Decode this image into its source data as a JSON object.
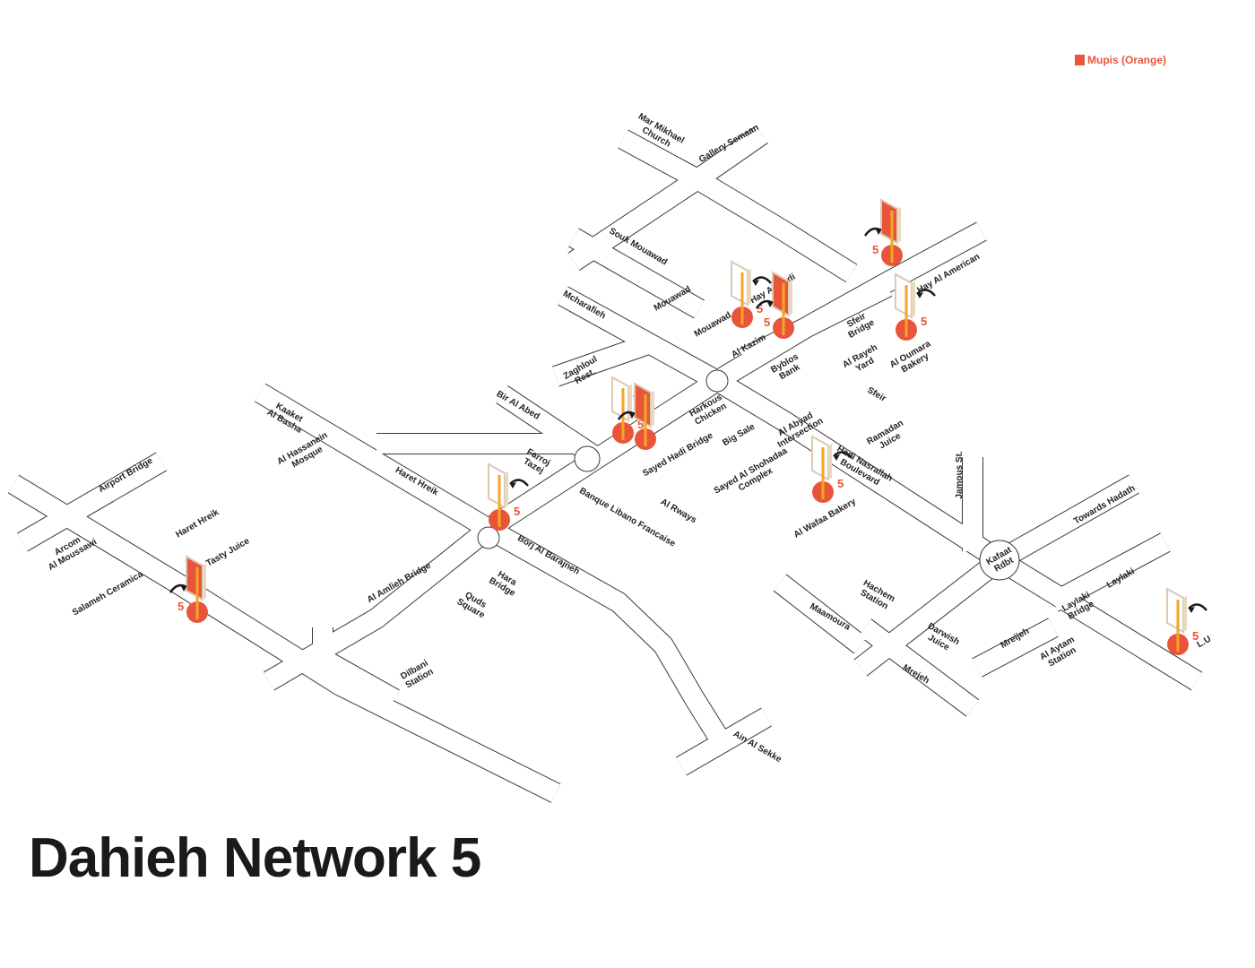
{
  "title": "Dahieh Network 5",
  "legend": {
    "label": "Mupis (Orange)",
    "color": "#e8553a"
  },
  "colors": {
    "mupi": "#e8553a",
    "pole": "#f5a623",
    "road": "#3a3a3a"
  },
  "marker_number": "5",
  "labels": [
    [
      "Mar Mikhael",
      "Church"
    ],
    [
      "Gallery Semaan"
    ],
    [
      "Souk Mouawad"
    ],
    [
      "Mouawad"
    ],
    [
      "Mcharafieh"
    ],
    [
      "Mouawad"
    ],
    [
      "Al Kazim"
    ],
    [
      "Hay Al Madi"
    ],
    [
      "Sfeir",
      "Bridge"
    ],
    [
      "Hay Al American"
    ],
    [
      "Al Rayeh",
      "Yard"
    ],
    [
      "Al Oumara",
      "Bakery"
    ],
    [
      "Byblos",
      "Bank"
    ],
    [
      "Sfeir"
    ],
    [
      "Zaghloul",
      "Rest."
    ],
    [
      "Bir Al Abed"
    ],
    [
      "Harkous",
      "Chicken"
    ],
    [
      "Sayed Hadi Bridge"
    ],
    [
      "Big Sale"
    ],
    [
      "Al Abyad",
      "Intersection"
    ],
    [
      "Ramadan",
      "Juice"
    ],
    [
      "Hadi Nasrallah",
      "Boulevard"
    ],
    [
      "Sayed Al Shohadaa",
      "Complex"
    ],
    [
      "Al Wafaa Bakery"
    ],
    [
      "Jamous St."
    ],
    [
      "Towards Hadath"
    ],
    [
      "Kafaat",
      "Rdbt"
    ],
    [
      "Laylaki"
    ],
    [
      "Laylaki",
      "Bridge"
    ],
    [
      "L.U"
    ],
    [
      "Hachem",
      "Station"
    ],
    [
      "Maamoura"
    ],
    [
      "Darwish",
      "Juice"
    ],
    [
      "Mrejeh"
    ],
    [
      "Mreijeh"
    ],
    [
      "Al Aytam",
      "Station"
    ],
    [
      "Ain Al Sekke"
    ],
    [
      "Kaaket",
      "Al Basha"
    ],
    [
      "Al Hassanein",
      "Mosque"
    ],
    [
      "Haret Hreik"
    ],
    [
      "Farroj",
      "Tazej"
    ],
    [
      "Banque Libano Francaise"
    ],
    [
      "Al Rways"
    ],
    [
      "Borj Al Barajneh"
    ],
    [
      "Hara",
      "Bridge"
    ],
    [
      "Quds",
      "Square"
    ],
    [
      "Al Amlieh Bridge"
    ],
    [
      "Dilbani",
      "Station"
    ],
    [
      "Airport Bridge"
    ],
    [
      "Haret Hreik"
    ],
    [
      "Tasty Juice"
    ],
    [
      "Arcom",
      "Al Moussawi"
    ],
    [
      "Salameh Ceramica"
    ]
  ]
}
